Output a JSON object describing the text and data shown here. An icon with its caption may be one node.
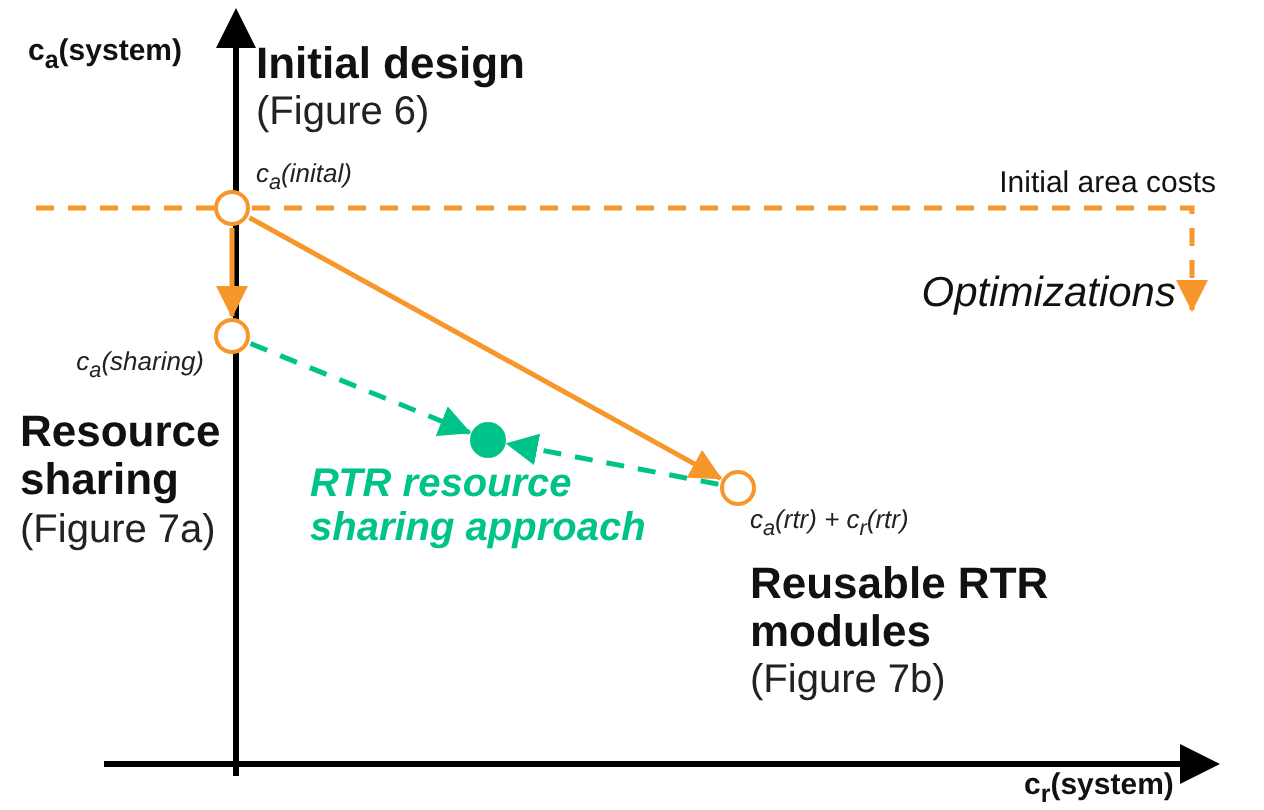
{
  "diagram": {
    "nodes": [
      {
        "text": [],
        "shape": "circle",
        "beside": [
          "Initial design",
          "(Figure 6)",
          "c$_{a}$(inital)"
        ]
      },
      {
        "text": [],
        "shape": "circle",
        "beside": [
          "c$_{a}$(sharing)",
          "Resource sharing",
          "(Figure 7a)"
        ]
      },
      {
        "text": [],
        "shape": "circle",
        "beside": [
          "c$_{a}$(rtr) + c$_{r}$(rtr)",
          "Reusable RTR modules",
          "(Figure 7b)"
        ]
      },
      {
        "text": [],
        "shape": "circle",
        "beside": [
          "RTR resource sharing approach"
        ]
      },
      {
        "text": [
          "Optimizations"
        ]
      }
    ],
    "edges": [
      {
        "from": 0,
        "to": 1,
        "arrow": "to"
      },
      {
        "from": 0,
        "to": 2,
        "arrow": "to"
      },
      {
        "from": 1,
        "to": 3,
        "arrow": "to",
        "style": "dashed",
        "color": "#00c389"
      },
      {
        "from": 2,
        "to": 3,
        "arrow": "to",
        "style": "dashed",
        "color": "#00c389"
      },
      {
        "from": 0,
        "to": 4,
        "arrow": "to",
        "style": "dashed",
        "label": "Initial area costs"
      }
    ],
    "labels": [
      "c$_{a}$(system)",
      "c$_{r}$(system)"
    ]
  }
}
